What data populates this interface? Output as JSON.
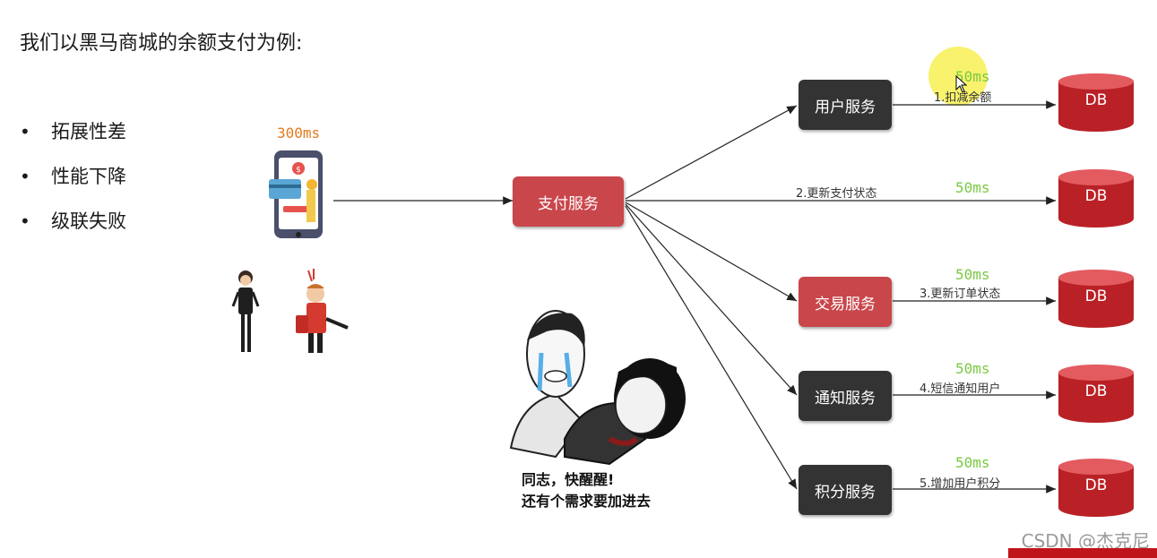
{
  "title": "我们以黑马商城的余额支付为例:",
  "bullets": [
    {
      "text": "拓展性差"
    },
    {
      "text": "性能下降"
    },
    {
      "text": "级联失败"
    }
  ],
  "client_latency": "300ms",
  "central_node": "支付服务",
  "services": [
    {
      "name": "用户服务",
      "style": "dark",
      "step": "1.扣减余额",
      "latency": "50ms",
      "db": "DB"
    },
    {
      "name": "",
      "style": "none",
      "step": "2.更新支付状态",
      "latency": "50ms",
      "db": "DB"
    },
    {
      "name": "交易服务",
      "style": "red",
      "step": "3.更新订单状态",
      "latency": "50ms",
      "db": "DB"
    },
    {
      "name": "通知服务",
      "style": "dark",
      "step": "4.短信通知用户",
      "latency": "50ms",
      "db": "DB"
    },
    {
      "name": "积分服务",
      "style": "dark",
      "step": "5.增加用户积分",
      "latency": "50ms",
      "db": "DB"
    }
  ],
  "meme_text": [
    "同志，快醒醒!",
    "还有个需求要加进去"
  ],
  "watermark": "CSDN @杰克尼",
  "colors": {
    "dark_node": "#333333",
    "red_node": "#c9464b",
    "db": "#b92126",
    "latency_green": "#7ac943",
    "latency_orange": "#e07b1e"
  }
}
